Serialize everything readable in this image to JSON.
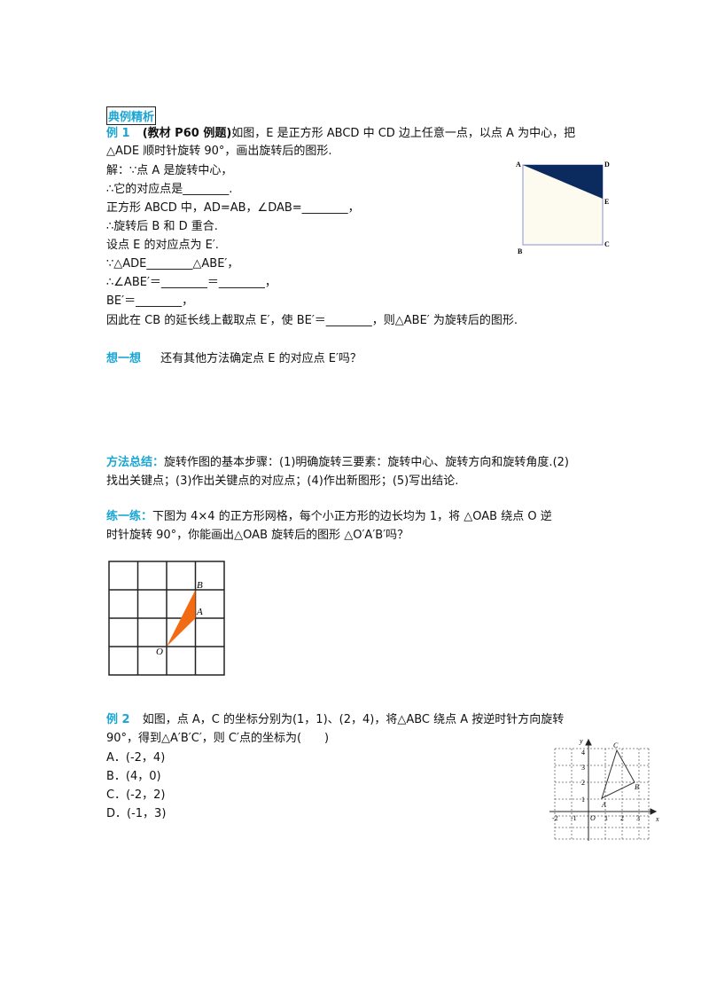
{
  "section_title": "典例精析",
  "ex1": {
    "label": "例 1",
    "source": "(教材 P60 例题)",
    "line1": "如图，E 是正方形 ABCD 中 CD 边上任意一点，以点 A 为中心，把",
    "line2": "△ADE 顺时针旋转 90°，画出旋转后的图形.",
    "sol": [
      "解：∵点 A 是旋转中心，",
      "∴它的对应点是________.",
      "正方形 ABCD 中，AD=AB，∠DAB=________，",
      "∴旋转后 B 和 D 重合.",
      "设点 E 的对应点为 E′.",
      "∵△ADE________△ABE′，",
      "∴∠ABE′＝________＝________，",
      "BE′＝________，",
      "因此在 CB 的延长线上截取点 E′，使 BE′＝________，则△ABE′ 为旋转后的图形."
    ],
    "fig": {
      "A": "A",
      "B": "B",
      "C": "C",
      "D": "D",
      "E": "E",
      "dark": "#0b2a5e",
      "fill": "#fdfaf0",
      "border": "#8a8fd8"
    }
  },
  "think": {
    "label": "想一想",
    "text": "还有其他方法确定点 E 的对应点 E′吗？"
  },
  "method": {
    "label": "方法总结：",
    "line1": "旋转作图的基本步骤：(1)明确旋转三要素：旋转中心、旋转方向和旋转角度.(2)",
    "line2": "找出关键点；(3)作出关键点的对应点；(4)作出新图形；(5)写出结论."
  },
  "practice": {
    "label": "练一练：",
    "line1": "下图为 4×4 的正方形网格，每个小正方形的边长均为 1，将 △OAB 绕点 O 逆",
    "line2": "时针旋转 90°，你能画出△OAB 旋转后的图形 △O′A′B′吗？",
    "fig": {
      "O": "O",
      "A": "A",
      "B": "B",
      "color": "#f26b12"
    }
  },
  "ex2": {
    "label": "例 2",
    "line1": "如图，点 A，C 的坐标分别为(1，1)、(2，4)，将△ABC 绕点 A 按逆时针方向旋转",
    "line2": "90°，得到△A′B′C′，则 C′点的坐标为(　　)",
    "options": [
      "A．(-2，4)",
      "B．(4，0)",
      "C．(-2，2)",
      "D．(-1，3)"
    ],
    "fig": {
      "x": "x",
      "y": "y",
      "O": "O",
      "A": "A",
      "B": "B",
      "C": "C",
      "xticks": [
        "-2",
        "-1",
        "1",
        "2",
        "3"
      ],
      "yticks": [
        "1",
        "2",
        "3",
        "4"
      ]
    }
  },
  "colors": {
    "accent": "#1aa6d4"
  }
}
